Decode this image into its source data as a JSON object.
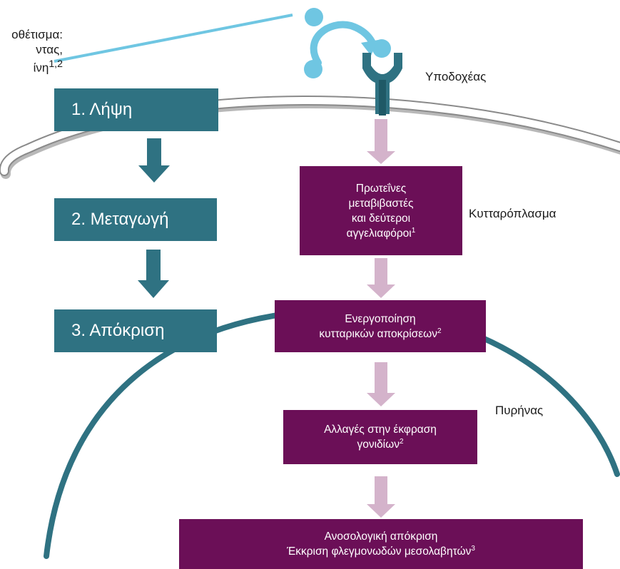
{
  "ligand_text": {
    "line1": "οθέτισμα:",
    "line2": "ντας,",
    "line3": "ίνη",
    "line3_sup": "1,2"
  },
  "steps": [
    {
      "label": "1.  Λήψη"
    },
    {
      "label": "2. Μεταγωγή"
    },
    {
      "label": "3.  Απόκριση"
    }
  ],
  "labels": {
    "receptor": "Υποδοχέας",
    "cytoplasm": "Κυτταρόπλασμα",
    "nucleus": "Πυρήνας"
  },
  "boxes": [
    {
      "lines": [
        "Πρωτεΐνες",
        "μεταβιβαστές",
        "και δεύτεροι",
        "αγγελιαφόροι"
      ],
      "sup": "1"
    },
    {
      "lines": [
        "Ενεργοποίηση",
        "κυτταρικών αποκρίσεων"
      ],
      "sup": "2"
    },
    {
      "lines": [
        "Αλλαγές στην έκφραση",
        "γονιδίων"
      ],
      "sup": "2"
    },
    {
      "lines": [
        "Ανοσολογική απόκριση",
        "Έκκριση φλεγμονωδών μεσολαβητών"
      ],
      "sup": "3"
    }
  ],
  "colors": {
    "teal": "#2f7282",
    "purple": "#6b0f57",
    "pink_arrow": "#d4b3cb",
    "ligand": "#6fc6e2",
    "receptor": "#2f7282"
  }
}
